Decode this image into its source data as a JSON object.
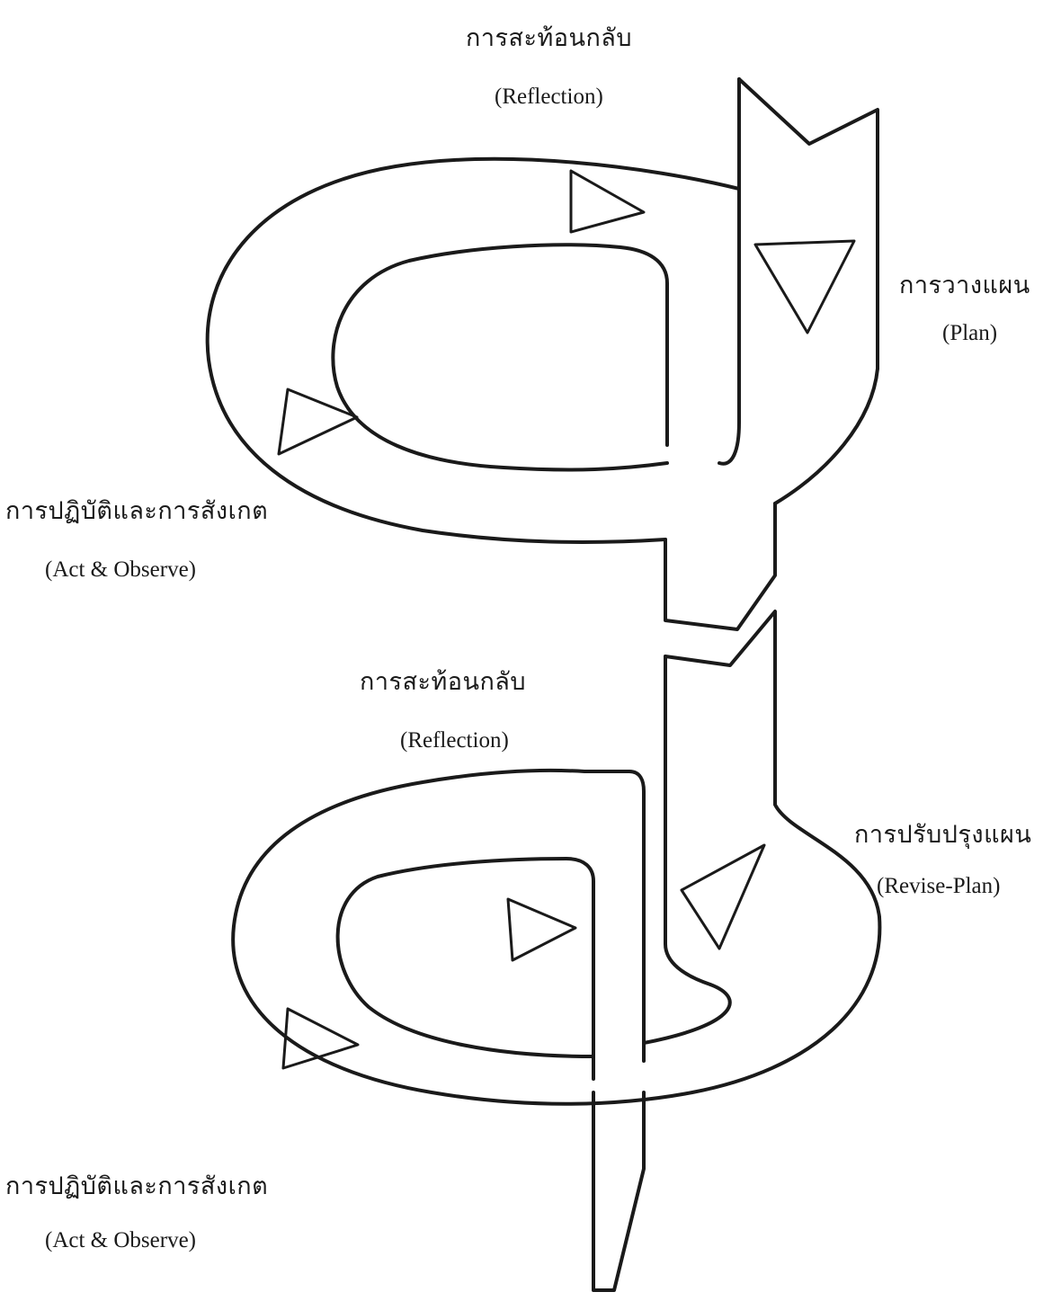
{
  "labels": {
    "reflection_top_th": "การสะท้อนกลับ",
    "reflection_top_en": "(Reflection)",
    "plan_th": "การวางแผน",
    "plan_en": "(Plan)",
    "act_top_th": "การปฏิบัติและการสังเกต",
    "act_top_en": "(Act & Observe)",
    "reflection_mid_th": "การสะท้อนกลับ",
    "reflection_mid_en": "(Reflection)",
    "revise_th": "การปรับปรุงแผน",
    "revise_en": "(Revise-Plan)",
    "act_bottom_th": "การปฏิบัติและการสังเกต",
    "act_bottom_en": "(Act & Observe)"
  },
  "colors": {
    "line": "#1a1a1a",
    "background": "#ffffff"
  }
}
